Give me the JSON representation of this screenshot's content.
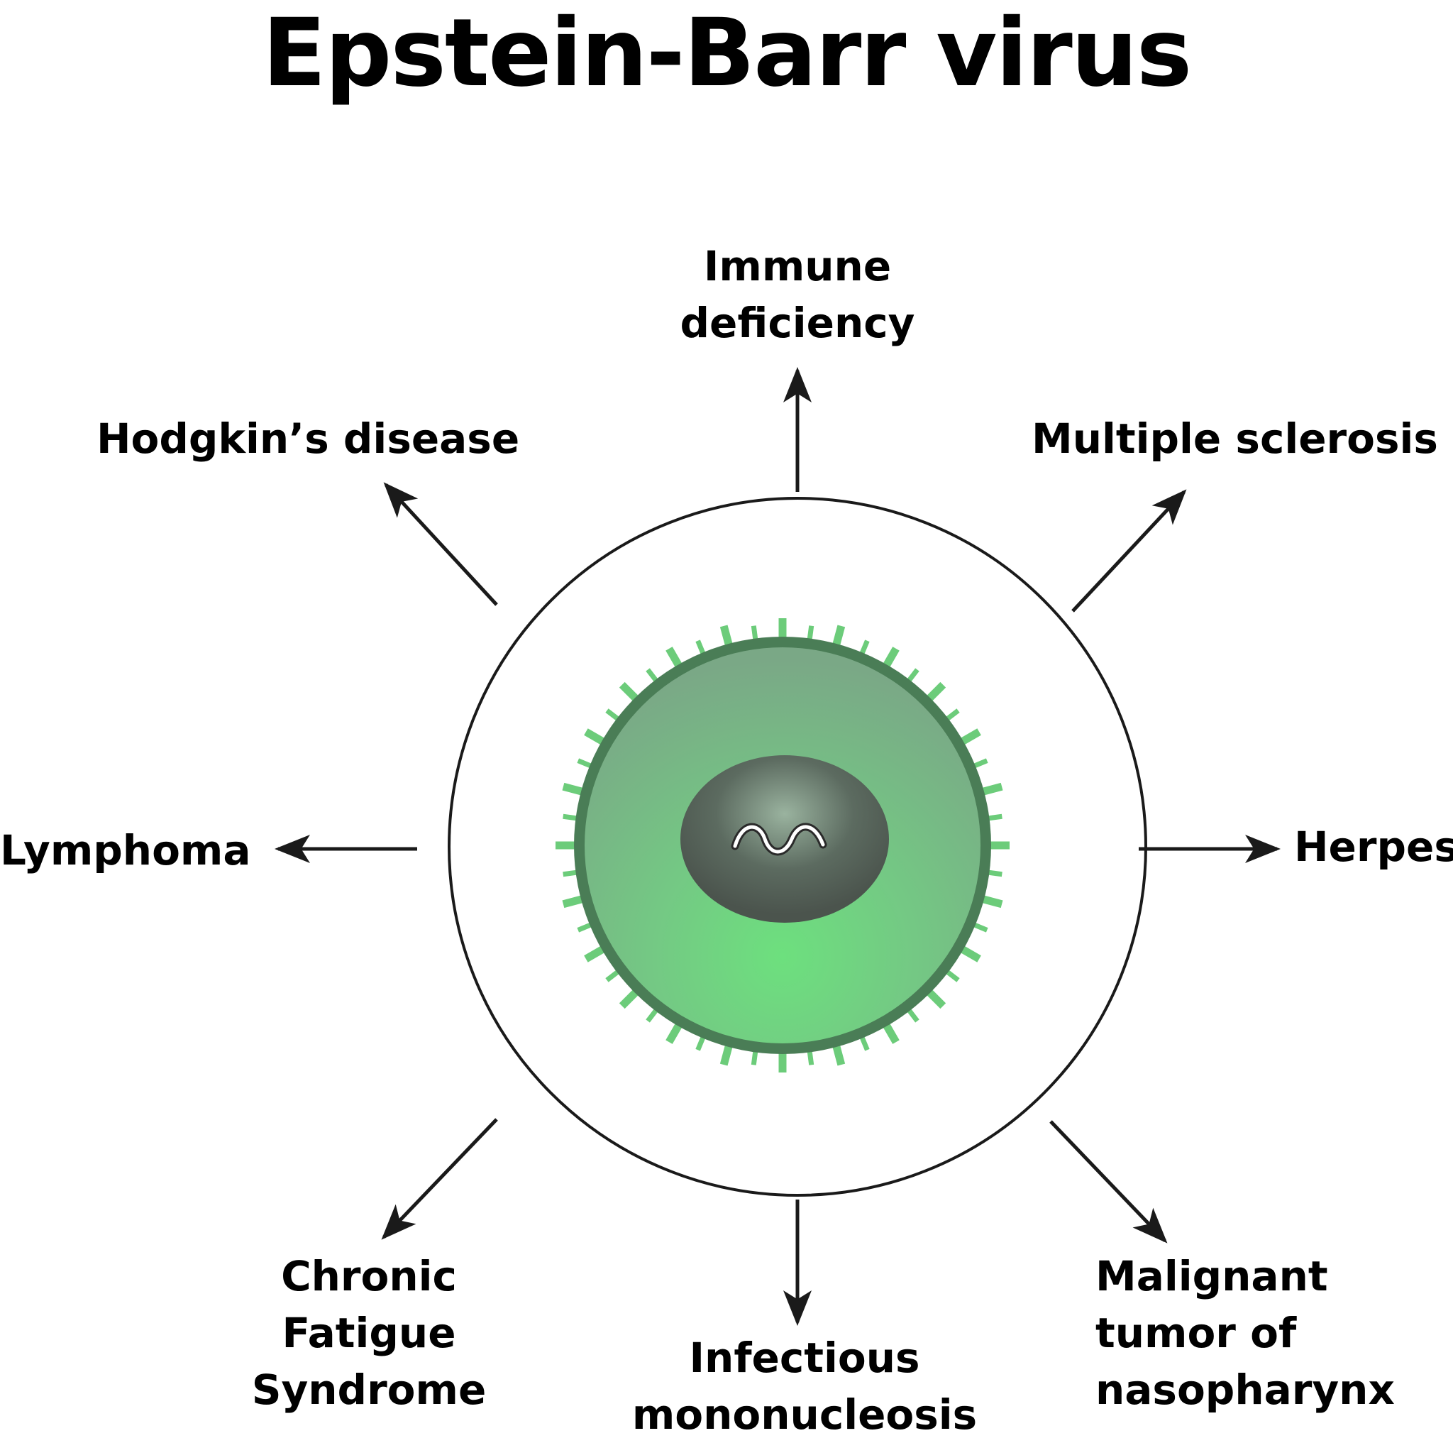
{
  "title": "Epstein-Barr virus",
  "labels": {
    "immune": [
      "Immune",
      "deficiency"
    ],
    "hodgkin": "Hodgkin’s disease",
    "multiple": "Multiple sclerosis",
    "lymphoma": "Lymphoma",
    "herpes": "Herpes",
    "chronic": [
      "Chronic",
      "Fatigue",
      "Syndrome"
    ],
    "infectious": [
      "Infectious",
      "mononucleosis"
    ],
    "malignant": [
      "Malignant",
      "tumor of",
      "nasopharynx"
    ]
  },
  "colors": {
    "virus_light": "#6fe081",
    "virus_mid": "#78b888",
    "membrane": "#4a7d56",
    "spike": "#6ccc7a",
    "nucleus_dark": "#4f5a52",
    "nucleus_light": "#98ad9c",
    "arrow": "#1a1a1a"
  }
}
